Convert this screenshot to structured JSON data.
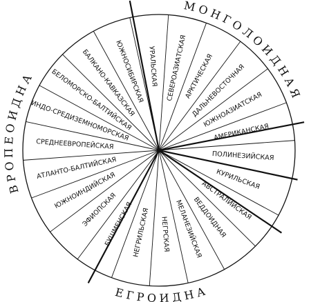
{
  "groups": [
    {
      "name": "МОНГОЛОИДНАЯ"
    },
    {
      "name": "НЕГРОИДНАЯ"
    },
    {
      "name": "ЕВРОПЕОИДНАЯ"
    }
  ],
  "races": [
    {
      "name": "СЕВЕРОАЗИАТСКАЯ"
    },
    {
      "name": "АРКТИЧЕСКАЯ"
    },
    {
      "name": "ДАЛЬНЕВОСТОЧНАЯ"
    },
    {
      "name": "ЮЖНОАЗИАТСКАЯ"
    },
    {
      "name": "АМЕРИКАНСКАЯ"
    },
    {
      "name": "ПОЛИНЕЗИЙСКАЯ"
    },
    {
      "name": "КУРИЛЬСКАЯ"
    },
    {
      "name": "АВСТРАЛИЙСКАЯ"
    },
    {
      "name": "ВЕДДОИДНАЯ"
    },
    {
      "name": "МЕЛАНЕЗИЙСКАЯ"
    },
    {
      "name": "НЕГРСКАЯ"
    },
    {
      "name": "НЕГРИЛЬСКАЯ"
    },
    {
      "name": "БУШМЕНСКАЯ"
    },
    {
      "name": "ЭФИОПСКАЯ"
    },
    {
      "name": "ЮЖНОИНДИЙСКАЯ"
    },
    {
      "name": "АТЛАНТО-БАЛТИЙСКАЯ"
    },
    {
      "name": "СРЕДНЕЕВРОПЕЙСКАЯ"
    },
    {
      "name": "ИНДО-СРЕДИЗЕМНОМОРСКАЯ"
    },
    {
      "name": "БЕЛОМОРСКО-БАЛТИЙСКАЯ"
    },
    {
      "name": "БАЛКАНО-КАВКАЗСКАЯ"
    },
    {
      "name": "ЮЖНОСИБИРСКАЯ"
    },
    {
      "name": "УРАЛЬСКАЯ"
    }
  ]
}
